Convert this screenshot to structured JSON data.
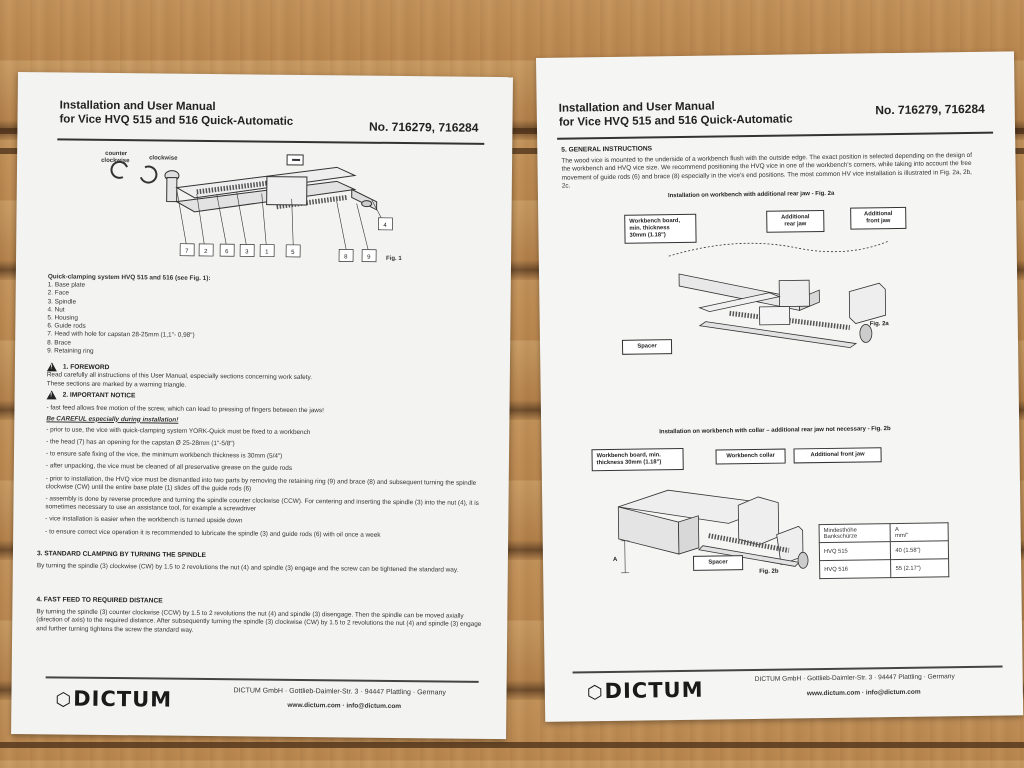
{
  "left_page": {
    "header": {
      "title_line1": "Installation and User Manual",
      "title_line2": "for Vice HVQ 515 and 516 Quick-Automatic",
      "number": "No. 716279, 716284"
    },
    "figure1": {
      "label_counter": "counter",
      "label_clockwise_a": "clockwise",
      "label_clockwise_b": "clockwise",
      "callouts": [
        "7",
        "2",
        "6",
        "3",
        "1",
        "5",
        "8",
        "9",
        "4"
      ],
      "caption": "Fig. 1"
    },
    "parts_heading": "Quick-clamping system HVQ 515 and 516 (see Fig. 1):",
    "parts": [
      "1. Base plate",
      "2. Face",
      "3. Spindle",
      "4. Nut",
      "5. Housing",
      "6. Guide rods",
      "7. Head with hole for capstan 28-25mm (1,1\"- 0,98\")",
      "8. Brace",
      "9. Retaining ring"
    ],
    "foreword_heading": "1. FOREWORD",
    "foreword_text_1": "Read carefully all instructions of this User Manual, especially sections concerning work safety.",
    "foreword_text_2": "These sections are marked by a warning triangle.",
    "important_heading": "2. IMPORTANT NOTICE",
    "important_items": [
      "-  fast feed allows free motion of the screw, which can lead to pressing of fingers between the jaws!"
    ],
    "careful_heading": "Be CAREFUL especially during installation!",
    "careful_items": [
      "-   prior to use, the vice with quick-clamping system YORK-Quick must be fixed to a workbench",
      "-   the head (7) has an opening for the capstan Ø 25-28mm (1\"-5/8\")",
      "-   to ensure safe fixing of the vice, the minimum workbench thickness is 30mm (5/4\")",
      "-   after unpacking, the vice must be cleaned of all preservative grease on the guide rods",
      "-   prior to installation, the HVQ vice must be dismantled into two parts by removing the retaining ring (9) and brace (8) and subsequent turning the spindle clockwise (CW) until the entire base plate (1) slides off the guide rods (6)",
      "-   assembly is done by reverse procedure and turning the spindle counter clockwise (CCW). For centering and inserting the spindle (3) into the nut (4), it is sometimes necessary to use an assistance tool, for example a screwdriver",
      "-   vice installation is easier when the workbench is turned upside down",
      "-   to ensure correct vice operation it is recommended to lubricate the spindle (3) and guide rods (6) with oil once a week"
    ],
    "section3_heading": "3. STANDARD CLAMPING BY TURNING THE SPINDLE",
    "section3_text": "By turning the spindle (3) clockwise (CW) by 1.5 to 2 revolutions the nut (4) and spindle (3) engage and the screw can be tightened the standard way.",
    "section4_heading": "4. FAST FEED TO REQUIRED DISTANCE",
    "section4_text": "By turning the spindle (3) counter clockwise (CCW) by 1.5 to 2 revolutions the nut (4) and spindle (3) disengage. Then the spindle can be moved axially (direction of axis) to the required distance. After subsequently turning the spindle (3) clockwise (CW) by 1.5 to 2 revolutions the nut (4) and spindle (3) engage and further turning tightens the screw the standard way.",
    "footer": {
      "logo": "DICTUM",
      "address": "DICTUM GmbH · Gottlieb-Daimler-Str. 3 · 94447 Plattling · Germany",
      "web": "www.dictum.com · info@dictum.com"
    }
  },
  "right_page": {
    "header": {
      "title_line1": "Installation and User Manual",
      "title_line2": "for Vice HVQ 515 and 516 Quick-Automatic",
      "number": "No. 716279, 716284"
    },
    "section5_heading": "5. GENERAL INSTRUCTIONS",
    "section5_text": "The wood vice is mounted to the underside of a workbench flush with the outside edge. The exact position is selected depending on the design of the workbench and HVQ vice size. We recommend positioning the HVQ vice in one of the workbench's corners, while taking into account the free movement of guide rods (6) and brace (8) especially in the vice's end positions. The most common HV vice installation is illustrated in Fig. 2a, 2b, 2c.",
    "fig2a": {
      "title": "Installation on workbench with additional rear jaw - Fig. 2a",
      "callout_board": "Workbench board,\nmin. thickness\n30mm (1.18\")",
      "callout_rear": "Additional\nrear jaw",
      "callout_front": "Additional\nfront jaw",
      "callout_spacer": "Spacer",
      "caption": "Fig. 2a"
    },
    "fig2b": {
      "title": "Installation on workbench with collar – additional rear jaw not necessary - Fig. 2b",
      "callout_board": "Workbench board, min.\nthickness 30mm (1.18\")",
      "callout_collar": "Workbench collar",
      "callout_front": "Additional front jaw",
      "callout_spacer": "Spacer",
      "dim_a": "A",
      "caption": "Fig. 2b",
      "table": [
        [
          "Mindesthöhe\nBankschürze",
          "A\nmm/\""
        ],
        [
          "HVQ 515",
          "40 (1.58\")"
        ],
        [
          "HVQ 516",
          "55 (2.17\")"
        ]
      ]
    },
    "footer": {
      "logo": "DICTUM",
      "address": "DICTUM GmbH · Gottlieb-Daimler-Str. 3 · 94447 Plattling · Germany",
      "web": "www.dictum.com · info@dictum.com"
    }
  },
  "colors": {
    "paper": "#f3f3f1",
    "ink": "#222222",
    "wood": "#c2925a"
  }
}
